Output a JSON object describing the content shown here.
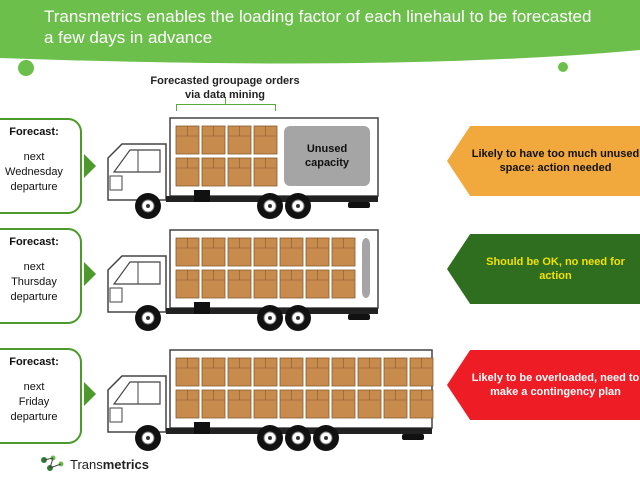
{
  "header": {
    "title": "Transmetrics enables the loading factor of each linehaul to be forecasted a few days in advance"
  },
  "annotation": {
    "text": "Forecasted groupage orders via data mining"
  },
  "unused_label": "Unused capacity",
  "rows": [
    {
      "forecast_title": "Forecast:",
      "forecast_lines": [
        "next",
        "Wednesday",
        "departure"
      ],
      "boxes": 8,
      "sign": {
        "text": "Likely to have too much unused space: action needed",
        "bg": "#f1a93d",
        "fg": "#111111"
      }
    },
    {
      "forecast_title": "Forecast:",
      "forecast_lines": [
        "next",
        "Thursday",
        "departure"
      ],
      "boxes": 14,
      "sign": {
        "text": "Should be OK, no need for action",
        "bg": "#2e6e1e",
        "fg": "#f3e100"
      }
    },
    {
      "forecast_title": "Forecast:",
      "forecast_lines": [
        "next",
        "Friday",
        "departure"
      ],
      "boxes": 20,
      "sign": {
        "text": "Likely to be overloaded, need to make a contingency plan",
        "bg": "#ee1c24",
        "fg": "#ffffff"
      }
    }
  ],
  "logo": {
    "text_part1": "Trans",
    "text_part2": "metrics"
  },
  "colors": {
    "brand_green": "#6cbf4b",
    "dark_green": "#4c9a2a",
    "box": "#c88b4e"
  }
}
